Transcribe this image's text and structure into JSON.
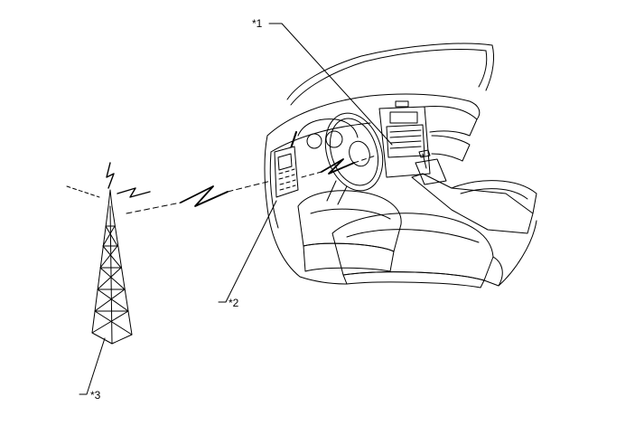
{
  "callouts": {
    "c1": "*1",
    "c2": "*2",
    "c3": "*3"
  },
  "colors": {
    "line": "#000000",
    "background": "#ffffff"
  }
}
